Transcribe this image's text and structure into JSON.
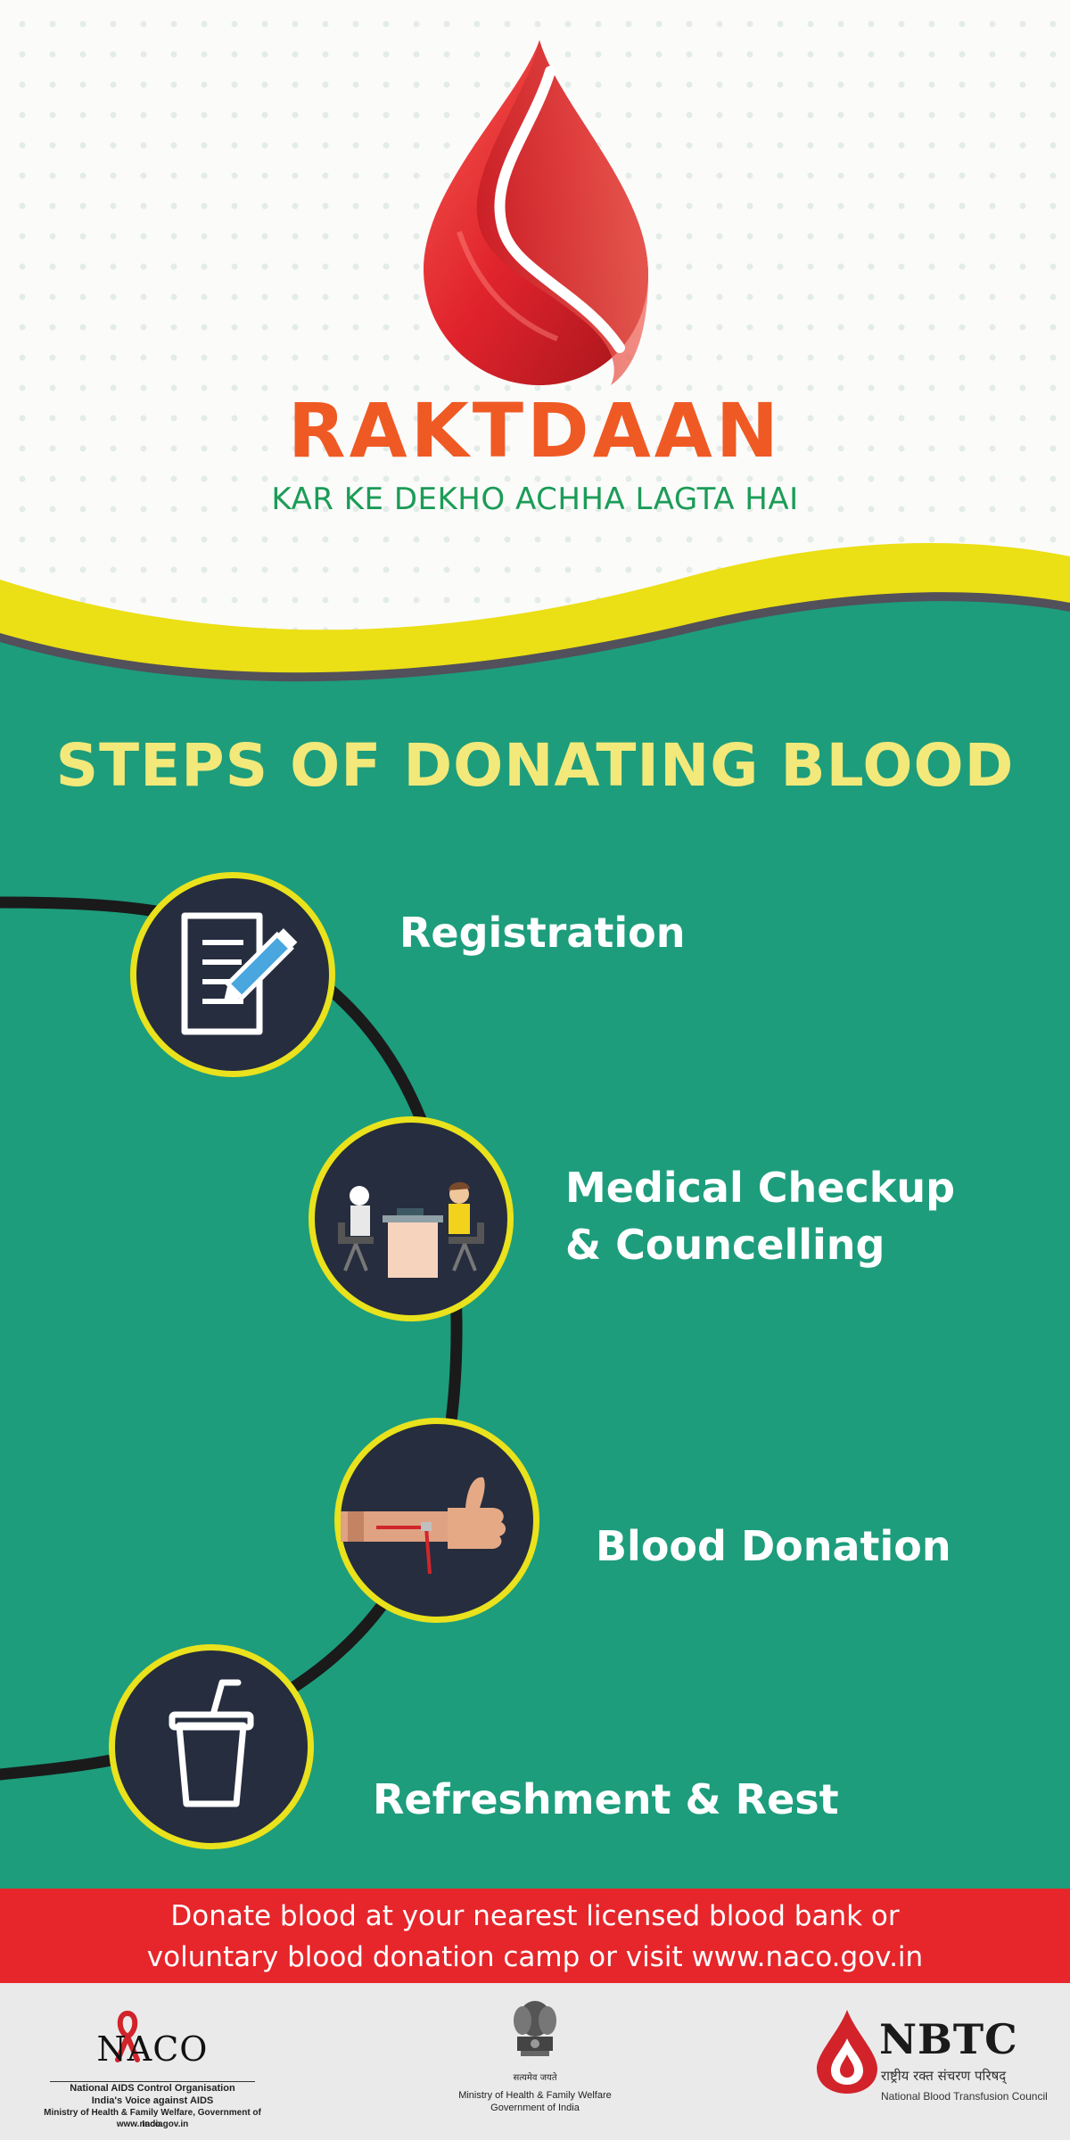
{
  "brand": {
    "title": "RAKTDAAN",
    "tagline": "KAR KE DEKHO ACHHA LAGTA HAI"
  },
  "steps": {
    "title": "STEPS OF DONATING BLOOD",
    "items": [
      {
        "label": "Registration",
        "icon": "document-pen-icon"
      },
      {
        "label_line1": "Medical Checkup",
        "label_line2": "& Councelling",
        "icon": "doctor-consultation-icon"
      },
      {
        "label": "Blood Donation",
        "icon": "arm-thumbs-up-icon"
      },
      {
        "label": "Refreshment & Rest",
        "icon": "drink-cup-icon"
      }
    ]
  },
  "banner": {
    "line1": "Donate blood at  your nearest licensed blood bank or",
    "line2": "voluntary blood donation camp or visit www.naco.gov.in"
  },
  "footer": {
    "naco": {
      "logo_text": "NACO",
      "line1": "National AIDS Control Organisation",
      "line2": "India's Voice against AIDS",
      "line3": "Ministry of Health & Family Welfare, Government of India",
      "line4": "www.naco.gov.in"
    },
    "emblem": {
      "motto": "सत्यमेव जयते",
      "line1": "Ministry of Health & Family Welfare",
      "line2": "Government of India"
    },
    "nbtc": {
      "logo_text": "NBTC",
      "hindi": "राष्ट्रीय रक्त संचरण परिषद्",
      "line1": "National Blood Transfusion Council"
    }
  },
  "colors": {
    "green": "#1d9d7c",
    "yellow": "#e9e21c",
    "orange": "#ef5a24",
    "red": "#e6262b",
    "navy": "#262d3e"
  }
}
